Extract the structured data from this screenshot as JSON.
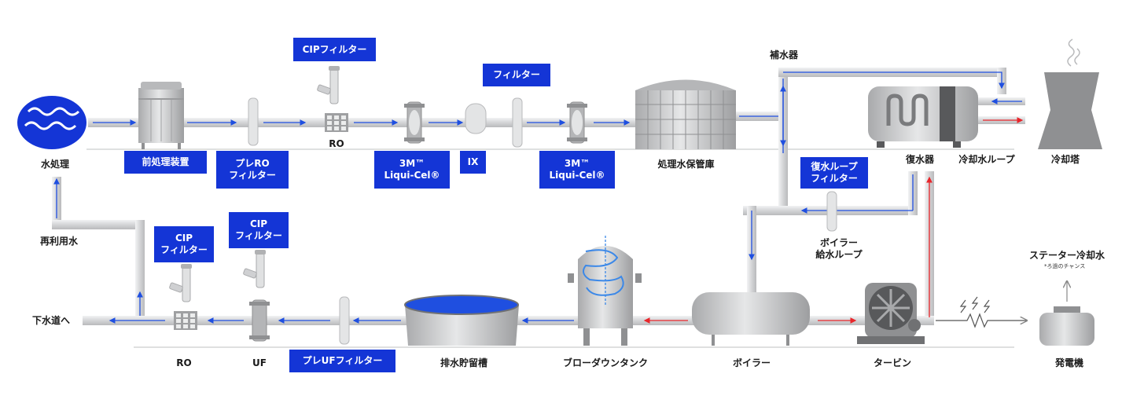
{
  "labels": {
    "water_treatment": "水処理",
    "reuse_water": "再利用水",
    "to_sewer": "下水道へ",
    "ro_top": "RO",
    "ro_bottom": "RO",
    "uf": "UF",
    "makeup_water": "補水器",
    "treated_storage": "処理水保管庫",
    "condenser": "復水器",
    "cooling_loop": "冷却水ループ",
    "cooling_tower": "冷却塔",
    "boiler_feed_line1": "ボイラー",
    "boiler_feed_line2": "給水ループ",
    "stator_cooling": "ステーター冷却水",
    "stator_note": "*ろ過のチャンス",
    "drain_tank": "排水貯留槽",
    "blowdown_tank": "ブローダウンタンク",
    "boiler": "ボイラー",
    "turbine": "タービン",
    "generator": "発電機"
  },
  "tags": {
    "cip_filter_top": "CIPフィルター",
    "filter": "フィルター",
    "pretreatment": "前処理装置",
    "pre_ro_line1": "プレRO",
    "pre_ro_line2": "フィルター",
    "liquicel_1_line1": "3M™",
    "liquicel_1_line2": "Liqui-Cel®",
    "ix": "IX",
    "liquicel_2_line1": "3M™",
    "liquicel_2_line2": "Liqui-Cel®",
    "condensate_loop_line1": "復水ループ",
    "condensate_loop_line2": "フィルター",
    "cip_ro_line1": "CIP",
    "cip_ro_line2": "フィルター",
    "cip_uf_line1": "CIP",
    "cip_uf_line2": "フィルター",
    "pre_uf": "プレUFフィルター"
  },
  "colors": {
    "tag_blue": "#1435d6",
    "flow_blue": "#1f4fe0",
    "flow_red": "#e8262b",
    "pipe": "#d9dadc",
    "equipment_dark": "#8f9092",
    "equipment_light": "#c9cacc"
  },
  "icons": {
    "water_source": "water-waves-icon",
    "steam": "steam-icon",
    "electricity": "lightning-icon"
  }
}
